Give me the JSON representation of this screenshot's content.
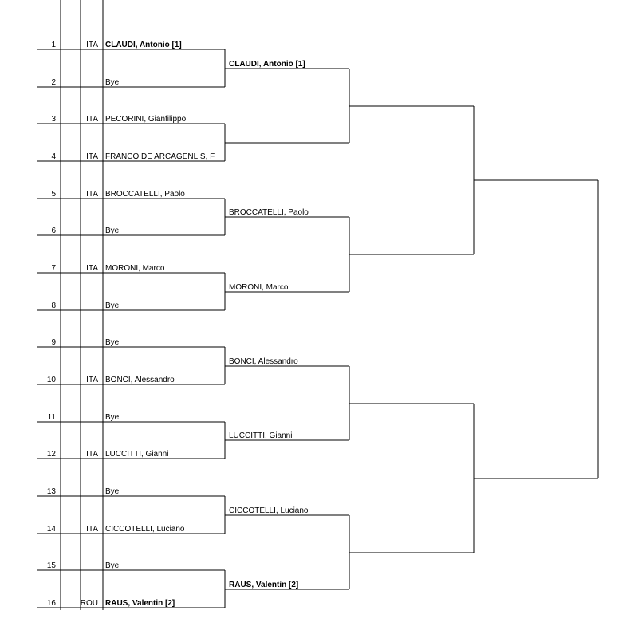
{
  "round1": [
    {
      "seed": "1",
      "country": "ITA",
      "name": "CLAUDI, Antonio [1]",
      "bold": true
    },
    {
      "seed": "2",
      "country": "",
      "name": "Bye",
      "bold": false
    },
    {
      "seed": "3",
      "country": "ITA",
      "name": "PECORINI, Gianfilippo",
      "bold": false
    },
    {
      "seed": "4",
      "country": "ITA",
      "name": "FRANCO DE ARCAGENLIS, F",
      "bold": false
    },
    {
      "seed": "5",
      "country": "ITA",
      "name": "BROCCATELLI, Paolo",
      "bold": false
    },
    {
      "seed": "6",
      "country": "",
      "name": "Bye",
      "bold": false
    },
    {
      "seed": "7",
      "country": "ITA",
      "name": "MORONI, Marco",
      "bold": false
    },
    {
      "seed": "8",
      "country": "",
      "name": "Bye",
      "bold": false
    },
    {
      "seed": "9",
      "country": "",
      "name": "Bye",
      "bold": false
    },
    {
      "seed": "10",
      "country": "ITA",
      "name": "BONCI, Alessandro",
      "bold": false
    },
    {
      "seed": "11",
      "country": "",
      "name": "Bye",
      "bold": false
    },
    {
      "seed": "12",
      "country": "ITA",
      "name": "LUCCITTI, Gianni",
      "bold": false
    },
    {
      "seed": "13",
      "country": "",
      "name": "Bye",
      "bold": false
    },
    {
      "seed": "14",
      "country": "ITA",
      "name": "CICCOTELLI, Luciano",
      "bold": false
    },
    {
      "seed": "15",
      "country": "",
      "name": "Bye",
      "bold": false
    },
    {
      "seed": "16",
      "country": "ROU",
      "name": "RAUS, Valentin [2]",
      "bold": true
    }
  ],
  "round2": [
    {
      "name": "CLAUDI, Antonio [1]",
      "bold": true
    },
    {
      "name": "",
      "bold": false
    },
    {
      "name": "BROCCATELLI, Paolo",
      "bold": false
    },
    {
      "name": "MORONI, Marco",
      "bold": false
    },
    {
      "name": "BONCI, Alessandro",
      "bold": false
    },
    {
      "name": "LUCCITTI, Gianni",
      "bold": false
    },
    {
      "name": "CICCOTELLI, Luciano",
      "bold": false
    },
    {
      "name": "RAUS, Valentin [2]",
      "bold": true
    }
  ],
  "round3": [
    {
      "name": ""
    },
    {
      "name": ""
    },
    {
      "name": ""
    },
    {
      "name": ""
    }
  ],
  "round4": [
    {
      "name": ""
    },
    {
      "name": ""
    }
  ]
}
